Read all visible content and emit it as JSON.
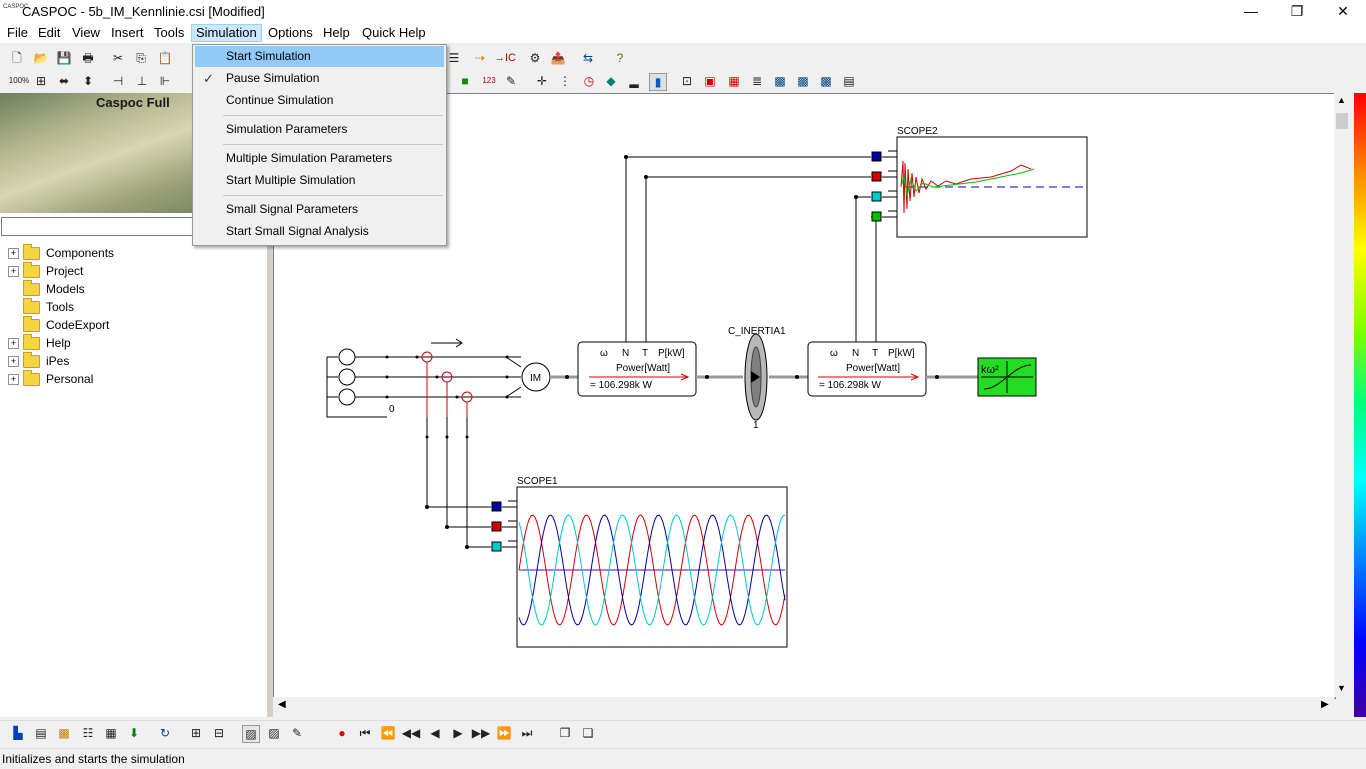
{
  "window": {
    "title": "CASPOC - 5b_IM_Kennlinie.csi [Modified]",
    "app_icon_text": "CASPOC"
  },
  "window_controls": {
    "minimize": "—",
    "maximize": "❐",
    "close": "✕"
  },
  "menubar": {
    "items": [
      "File",
      "Edit",
      "View",
      "Insert",
      "Tools",
      "Simulation",
      "Options",
      "Help",
      "Quick Help"
    ],
    "active": "Simulation"
  },
  "simulation_menu": {
    "items": [
      {
        "label": "Start Simulation",
        "highlighted": true,
        "checked": false
      },
      {
        "label": "Pause Simulation",
        "highlighted": false,
        "checked": true
      },
      {
        "label": "Continue Simulation",
        "highlighted": false,
        "checked": false
      },
      {
        "label": "Simulation Parameters",
        "highlighted": false,
        "checked": false
      },
      {
        "label": "Multiple Simulation Parameters",
        "highlighted": false,
        "checked": false
      },
      {
        "label": "Start Multiple Simulation",
        "highlighted": false,
        "checked": false
      },
      {
        "label": "Small Signal Parameters",
        "highlighted": false,
        "checked": false
      },
      {
        "label": "Start Small Signal Analysis",
        "highlighted": false,
        "checked": false
      }
    ]
  },
  "toolbar": {
    "zoom_label": "100%",
    "ic_label": "IC",
    "count_label": "123"
  },
  "left_panel": {
    "banner": "Caspoc Full",
    "tree": [
      {
        "label": "Components",
        "expandable": true
      },
      {
        "label": "Project",
        "expandable": true
      },
      {
        "label": "Models",
        "expandable": false
      },
      {
        "label": "Tools",
        "expandable": false
      },
      {
        "label": "CodeExport",
        "expandable": false
      },
      {
        "label": "Help",
        "expandable": true
      },
      {
        "label": "iPes",
        "expandable": true
      },
      {
        "label": "Personal",
        "expandable": true
      }
    ]
  },
  "schematic": {
    "scope1_label": "SCOPE1",
    "scope2_label": "SCOPE2",
    "inertia_label": "C_INERTIA1",
    "inertia_value": "1",
    "motor_label": "IM",
    "ground_label": "0",
    "power1": {
      "pins": [
        "ω",
        "N",
        "T",
        "P[kW]"
      ],
      "title": "Power[Watt]",
      "value": "= 106.298k W"
    },
    "power2": {
      "pins": [
        "ω",
        "N",
        "T",
        "P[kW]"
      ],
      "title": "Power[Watt]",
      "value": "= 106.298k W"
    },
    "load_label": "kω²"
  },
  "status": {
    "text": "Initializes and starts the simulation"
  },
  "colors": {
    "accent": "#91c9f7",
    "scope_red": "#d40000",
    "scope_blue": "#0000a0",
    "scope_cyan": "#00c8d0",
    "scope_green": "#00c000"
  }
}
